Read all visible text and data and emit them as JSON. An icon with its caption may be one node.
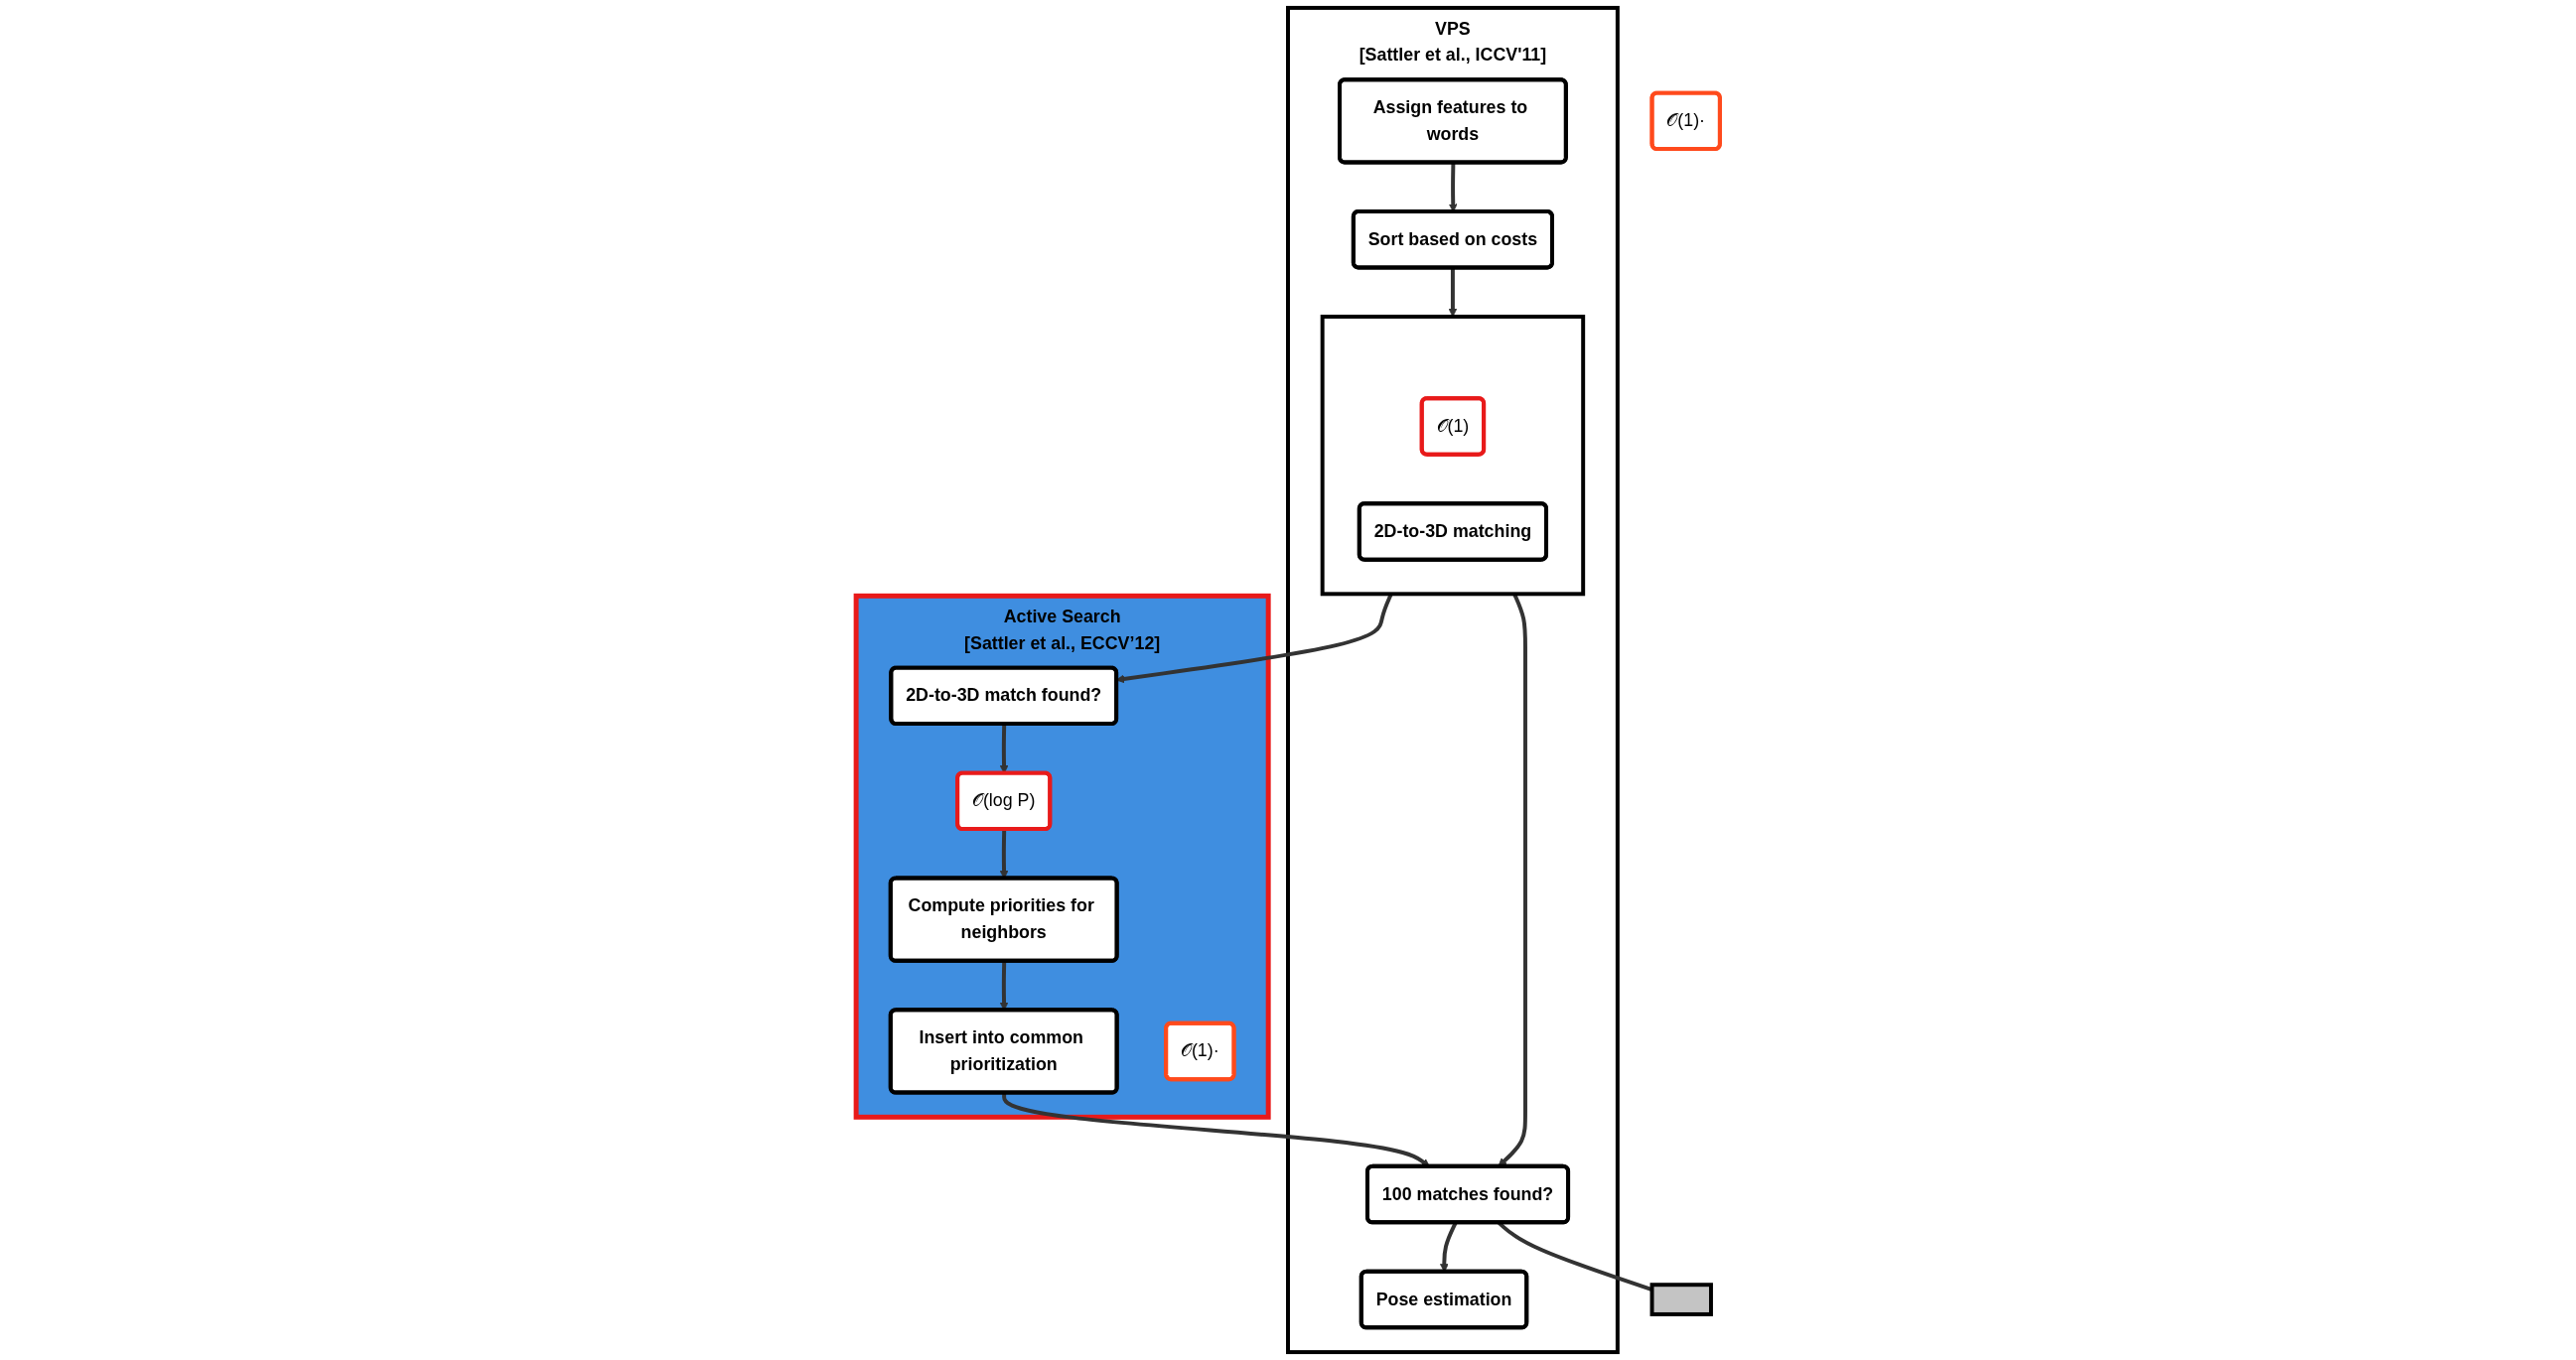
{
  "diagram": {
    "nodes": [
      {
        "text": [
          "VPS",
          "[Sattler et al., ICCV'11]"
        ]
      },
      {
        "text": [
          "𝒪(1)·"
        ]
      },
      {
        "text": [
          "Assign features to words"
        ],
        "in": 0
      },
      {
        "text": [
          "Sort based on costs"
        ],
        "in": 0
      },
      {
        "text": [],
        "shape": "box",
        "in": 0
      },
      {
        "text": [
          "𝒪(1)"
        ],
        "in": 4
      },
      {
        "text": [
          "2D-to-3D matching"
        ],
        "in": 4
      },
      {
        "text": [
          "100 matches found?"
        ],
        "in": 0
      },
      {
        "text": [
          "Pose estimation"
        ],
        "in": 0
      },
      {
        "text": [],
        "shape": "box"
      },
      {
        "text": [
          "Active Search",
          "[Sattler et al., ECCV’12]"
        ]
      },
      {
        "text": [
          "2D-to-3D match found?"
        ],
        "in": 10
      },
      {
        "text": [
          "𝒪(log P)"
        ],
        "in": 10
      },
      {
        "text": [
          "Compute priorities for neighbors"
        ],
        "in": 10
      },
      {
        "text": [
          "Insert into common prioritization"
        ],
        "in": 10
      },
      {
        "text": [
          "𝒪(1)·"
        ],
        "in": 10
      }
    ],
    "edges": [
      {
        "from": 2,
        "to": 3,
        "arrow": "to"
      },
      {
        "from": 3,
        "to": 4,
        "arrow": "to"
      },
      {
        "from": 4,
        "to": 7,
        "arrow": "to"
      },
      {
        "from": 7,
        "to": 8,
        "arrow": "to"
      },
      {
        "from": 7,
        "to": 9,
        "arrow": "none"
      },
      {
        "from": 4,
        "to": 11,
        "arrow": "to"
      },
      {
        "from": 11,
        "to": 12,
        "arrow": "to"
      },
      {
        "from": 12,
        "to": 13,
        "arrow": "to"
      },
      {
        "from": 13,
        "to": 14,
        "arrow": "to"
      },
      {
        "from": 14,
        "to": 7,
        "arrow": "to"
      }
    ]
  }
}
